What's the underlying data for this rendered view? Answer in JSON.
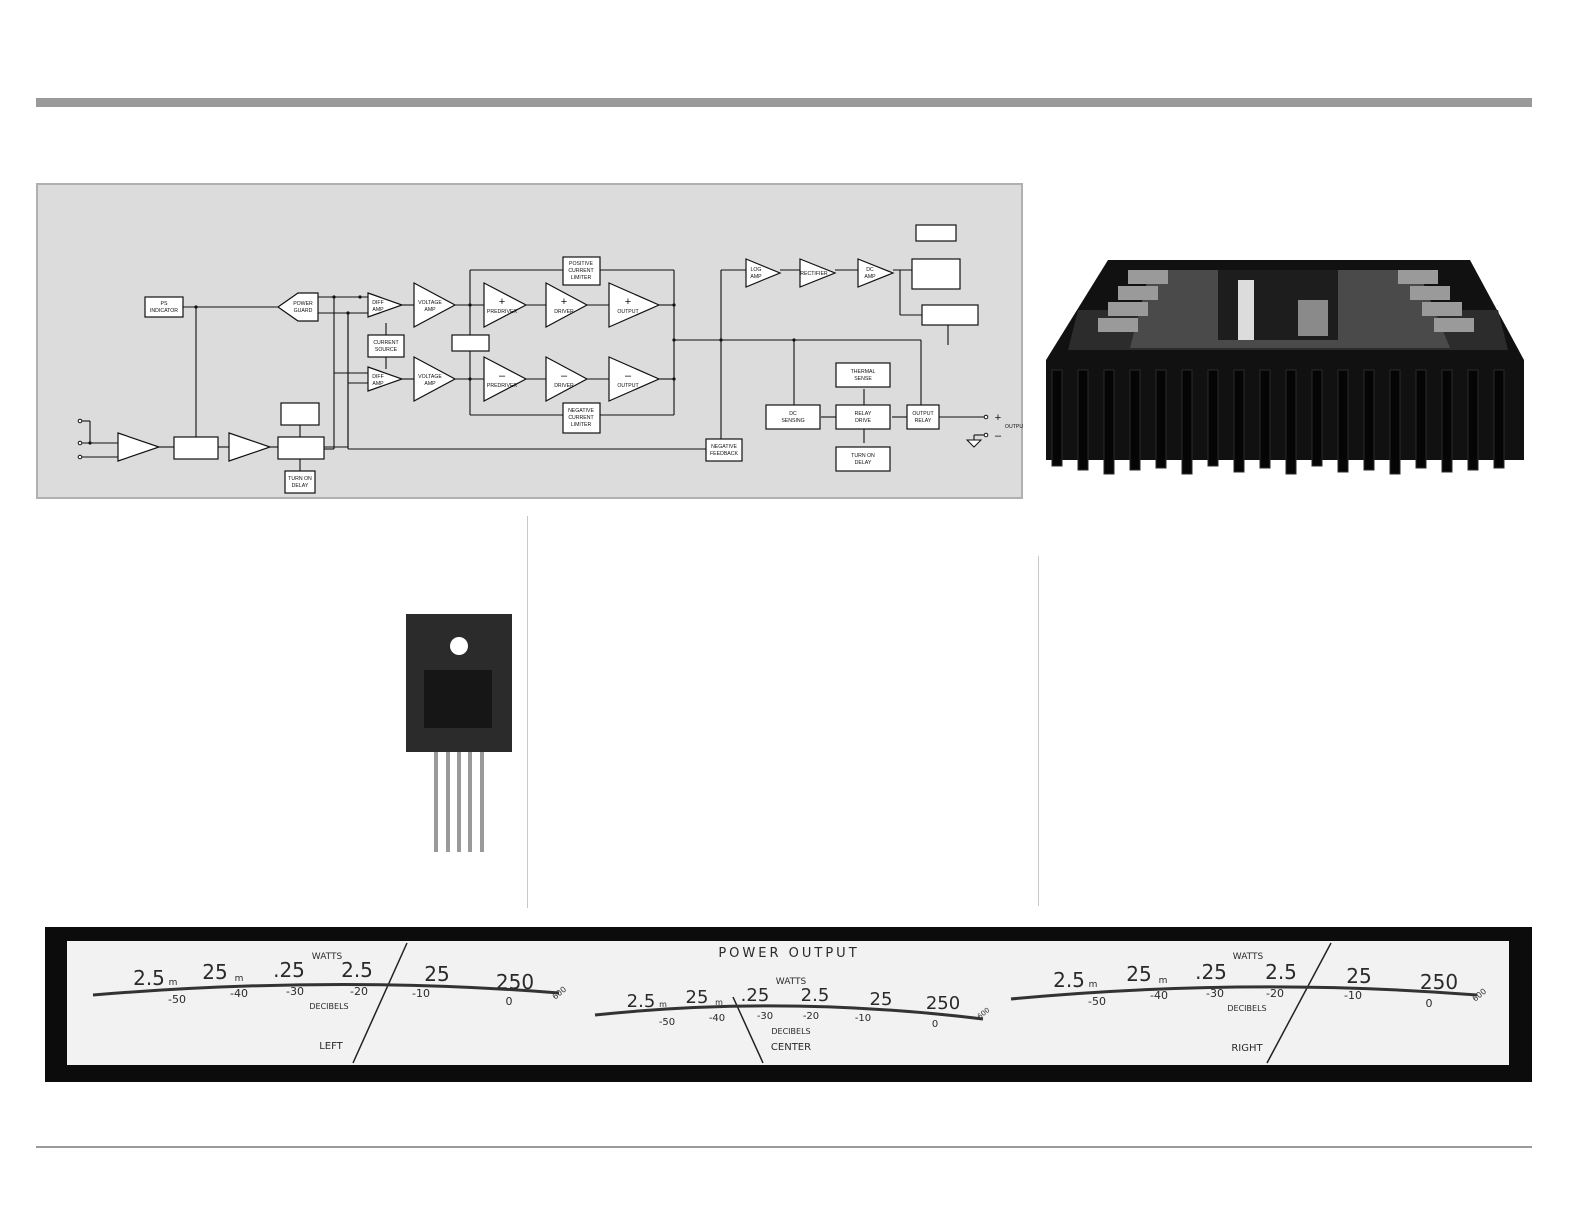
{
  "diagram": {
    "labels": {
      "ps_indicator": [
        "PS",
        "INDICATOR"
      ],
      "power_guard": [
        "POWER",
        "GUARD"
      ],
      "diff_amp_top": [
        "DIFF",
        "AMP"
      ],
      "diff_amp_bottom": [
        "DIFF",
        "AMP"
      ],
      "current_source": [
        "CURRENT",
        "SOURCE"
      ],
      "voltage_amp_top": [
        "VOLTAGE",
        "AMP"
      ],
      "voltage_amp_bottom": [
        "VOLTAGE",
        "AMP"
      ],
      "positive_current_limiter": [
        "POSITIVE",
        "CURRENT",
        "LIMITER"
      ],
      "negative_current_limiter": [
        "NEGATIVE",
        "CURRENT",
        "LIMITER"
      ],
      "predriver_pos": "PREDRIVER",
      "driver_pos": "DRIVER",
      "output_pos": "OUTPUT",
      "predriver_neg": "PREDRIVER",
      "driver_neg": "DRIVER",
      "output_neg": "OUTPUT",
      "plus_sign": "+",
      "minus_sign": "–",
      "log_amp": [
        "LOG",
        "AMP"
      ],
      "rectifier": "RECTIFIER",
      "dc_amp": [
        "DC",
        "AMP"
      ],
      "thermal_sense": [
        "THERMAL",
        "SENSE"
      ],
      "dc_sensing": [
        "DC",
        "SENSING"
      ],
      "relay_drive": [
        "RELAY",
        "DRIVE"
      ],
      "output_relay": [
        "OUTPUT",
        "RELAY"
      ],
      "turn_on_delay_right": [
        "TURN ON",
        "DELAY"
      ],
      "turn_on_delay_left": [
        "TURN ON",
        "DELAY"
      ],
      "negative_feedback": [
        "NEGATIVE",
        "FEEDBACK"
      ],
      "output_label": "OUTPU",
      "terminal_plus": "+",
      "terminal_minus": "–"
    }
  },
  "meter": {
    "title": "POWER OUTPUT",
    "watts_label": "WATTS",
    "decibels_label": "DECIBELS",
    "channels": [
      "LEFT",
      "CENTER",
      "RIGHT"
    ],
    "watts_scale": [
      "2.5",
      "25",
      ".25",
      "2.5",
      "25",
      "250"
    ],
    "milli_suffix": "m",
    "max_mark": "600",
    "db_scale": [
      "-50",
      "-40",
      "-30",
      "-20",
      "-10",
      "0"
    ]
  },
  "colors": {
    "rule": "#9a9a9a",
    "diagram_bg": "#dcdcdc",
    "meter_face": "#f2f2f2",
    "meter_frame": "#0c0c0c"
  }
}
